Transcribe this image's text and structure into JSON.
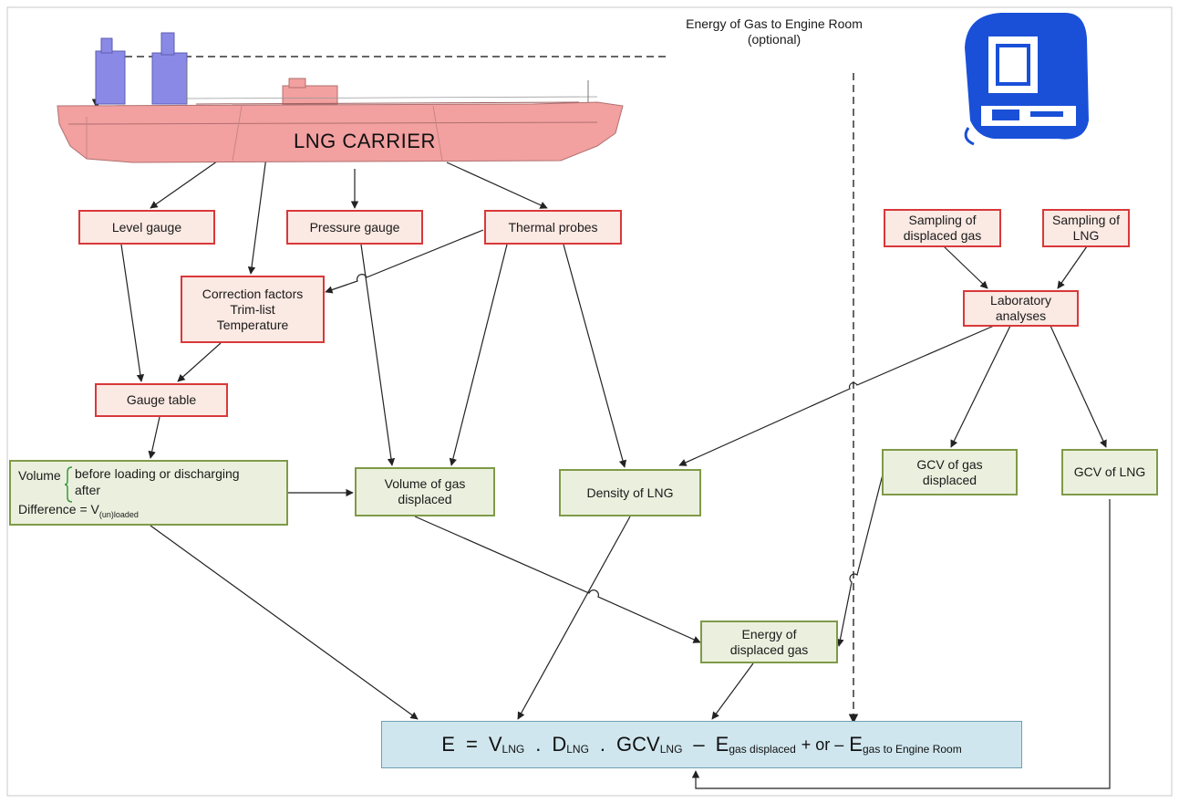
{
  "ship": {
    "label": "LNG CARRIER"
  },
  "top_note": {
    "line1": "Energy of Gas to Engine Room",
    "line2": "(optional)"
  },
  "icons": {
    "ship": "lng-carrier-ship-icon",
    "computer": "computer-icon"
  },
  "colors": {
    "red_border": "#d9383a",
    "red_fill": "#fbe9e3",
    "green_border": "#7f9a48",
    "green_fill": "#ebf0de",
    "formula_fill": "#cfe6ee",
    "ship_hull": "#f2a0a0",
    "ship_tower": "#8a8ae6",
    "computer": "#1a50d8"
  },
  "measurements": {
    "level_gauge": "Level gauge",
    "pressure_gauge": "Pressure gauge",
    "thermal_probes": "Thermal probes",
    "correction_factors": "Correction factors\nTrim-list\nTemperature",
    "gauge_table": "Gauge table",
    "sampling_gas": "Sampling of\ndisplaced gas",
    "sampling_lng": "Sampling of\nLNG",
    "laboratory": "Laboratory\nanalyses"
  },
  "volume": {
    "label": "Volume",
    "before": "before loading or discharging",
    "after": "after",
    "difference": "Difference = V",
    "difference_sub": "(un)loaded"
  },
  "results": {
    "volume_gas": "Volume of gas\ndisplaced",
    "density": "Density of LNG",
    "gcv_gas": "GCV of gas\ndisplaced",
    "gcv_lng": "GCV of LNG",
    "energy_gas": "Energy of\ndisplaced gas"
  },
  "formula": {
    "e": "E",
    "eq": "=",
    "v": "V",
    "v_sub": "LNG",
    "dot1": ".",
    "d": "D",
    "d_sub": "LNG",
    "dot2": ".",
    "gcv": "GCV",
    "gcv_sub": "LNG",
    "minus": "–",
    "e_gas": "E",
    "e_gas_sub": "gas displaced",
    "plus_minus": "+ or –",
    "e_er": "E",
    "e_er_sub": "gas to Engine Room"
  }
}
